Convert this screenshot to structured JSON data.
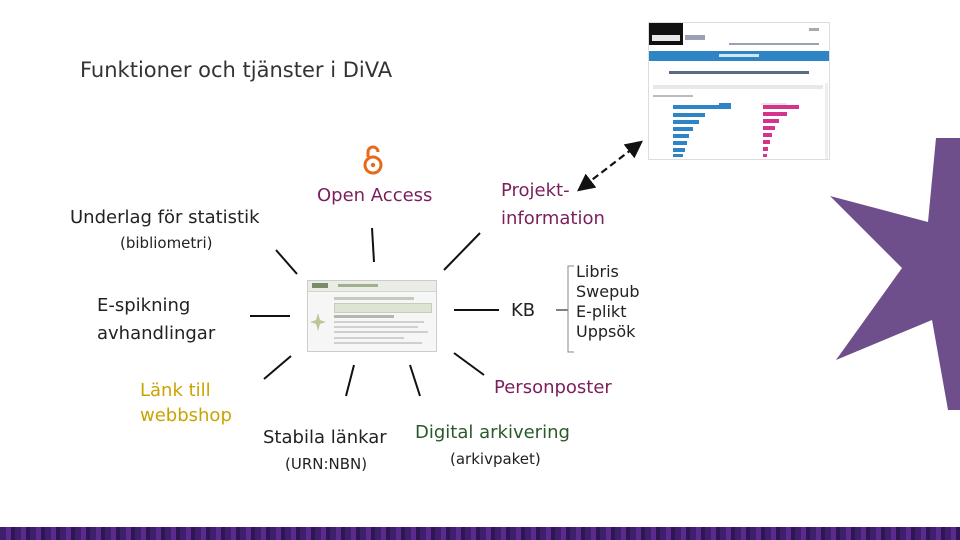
{
  "title": "Funktioner och tjänster i DiVA",
  "nodes": {
    "statistik_main": "Underlag för statistik",
    "statistik_sub": "(bibliometri)",
    "open_access": "Open Access",
    "projekt_line1": "Projekt-",
    "projekt_line2": "information",
    "espikning_line1": "E-spikning",
    "espikning_line2": "avhandlingar",
    "kb": "KB",
    "kb_list": [
      "Libris",
      "Swepub",
      "E-plikt",
      "Uppsök"
    ],
    "lank_line1": "Länk till",
    "lank_line2": "webbshop",
    "personposter": "Personposter",
    "stabila_main": "Stabila länkar",
    "stabila_sub": "(URN:NBN)",
    "arkivering_main": "Digital arkivering",
    "arkivering_sub": "(arkivpaket)"
  },
  "colors": {
    "purple_text": "#7a1f5c",
    "green_text": "#2a5a2a",
    "yellow_text": "#c9a400",
    "brand_purple": "#6e4f8c",
    "bar_blue": "#2f84c5",
    "bar_magenta": "#d6338f"
  },
  "icons": [
    "open-lock-icon",
    "star-logo-icon"
  ]
}
